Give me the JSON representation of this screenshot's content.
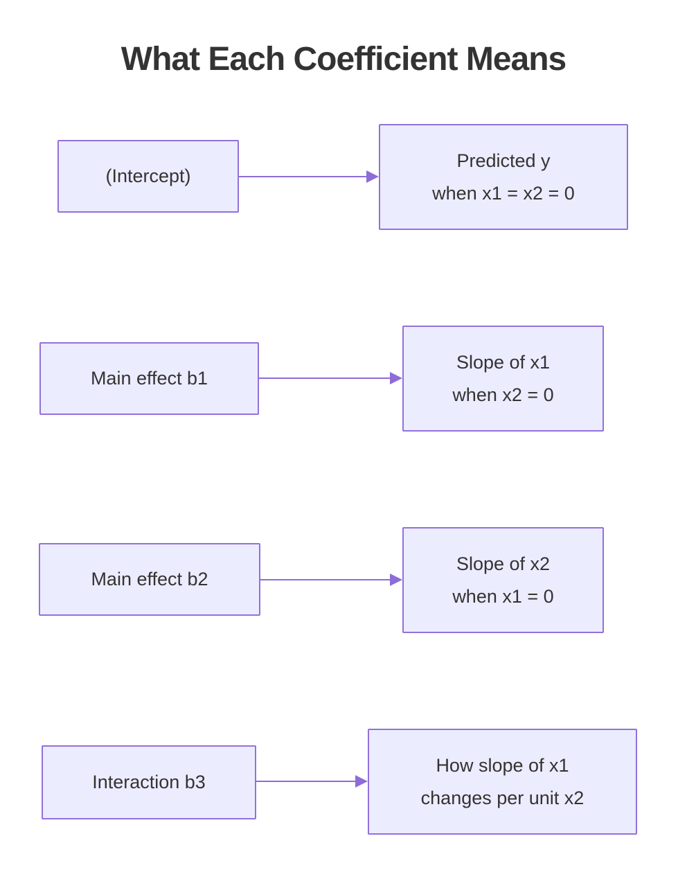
{
  "title": "What Each Coefficient Means",
  "colors": {
    "node_fill": "#ECECFF",
    "node_border": "#9370DB",
    "arrow": "#8E6CD8",
    "text": "#333333",
    "title_text": "#333333",
    "background": "#FFFFFF"
  },
  "rows": [
    {
      "source": "(Intercept)",
      "target_line1": "Predicted y",
      "target_line2": "when x1 = x2 = 0"
    },
    {
      "source": "Main effect b1",
      "target_line1": "Slope of x1",
      "target_line2": "when x2 = 0"
    },
    {
      "source": "Main effect b2",
      "target_line1": "Slope of x2",
      "target_line2": "when x1 = 0"
    },
    {
      "source": "Interaction b3",
      "target_line1": "How slope of x1",
      "target_line2": "changes per unit x2"
    }
  ]
}
